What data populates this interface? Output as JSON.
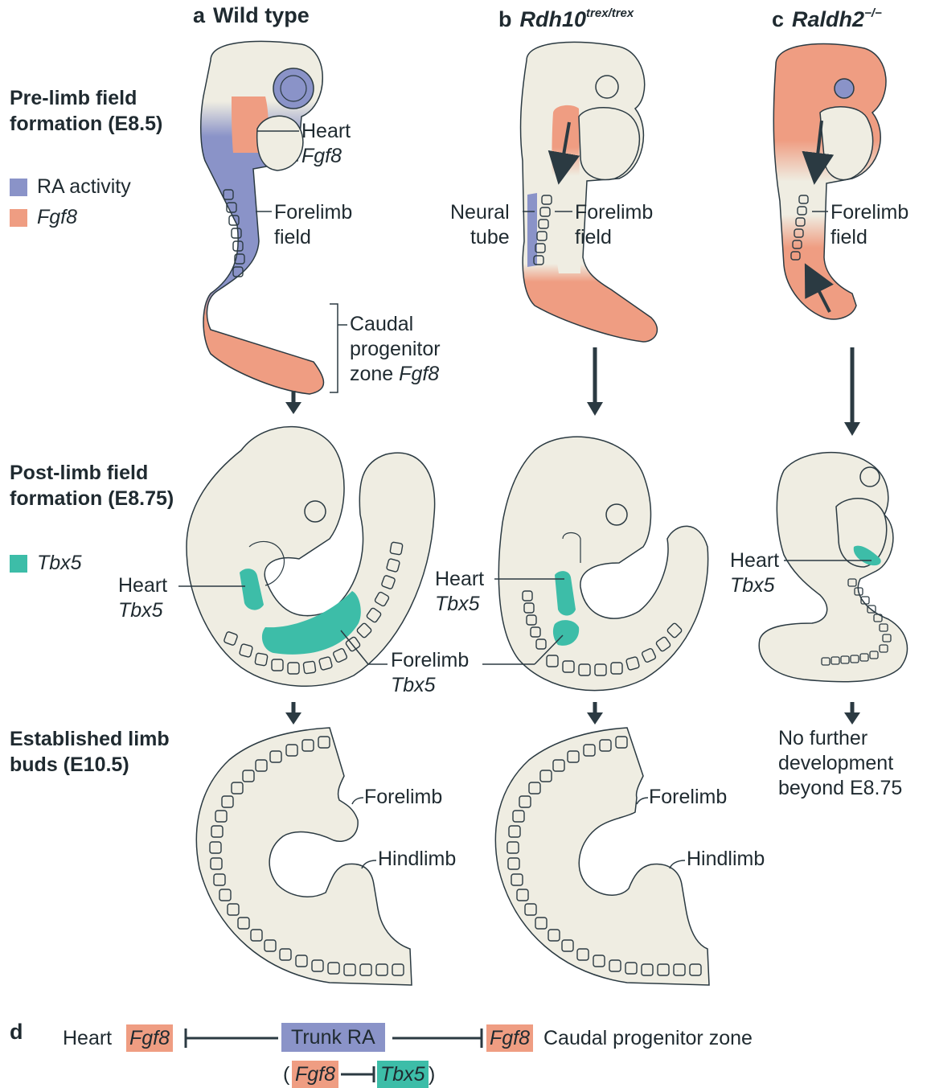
{
  "columns": [
    {
      "letter": "a",
      "title": "Wild type",
      "sup": ""
    },
    {
      "letter": "b",
      "title": "Rdh10",
      "sup": "trex/trex"
    },
    {
      "letter": "c",
      "title": "Raldh2",
      "sup": "−/−"
    }
  ],
  "rows": {
    "pre": "Pre-limb field formation (E8.5)",
    "post": "Post-limb field formation (E8.75)",
    "established": "Established limb buds (E10.5)"
  },
  "legend": {
    "ra": "RA activity",
    "fgf8": "Fgf8",
    "tbx5": "Tbx5"
  },
  "colors": {
    "ra": "#8a93c8",
    "fgf8": "#ef9d82",
    "tbx5": "#3dbda8",
    "embryo": "#efede2",
    "outline": "#2b3a42"
  },
  "labels": {
    "heart": "Heart",
    "fgf8": "Fgf8",
    "tbx5": "Tbx5",
    "forelimb": "Forelimb",
    "field": "field",
    "neural": "Neural",
    "tube": "tube",
    "caudal1": "Caudal",
    "caudal2": "progenitor",
    "caudal3": "zone",
    "hindlimb": "Hindlimb",
    "nofurther1": "No further",
    "nofurther2": "development",
    "nofurther3": "beyond E8.75"
  },
  "panel_d": {
    "letter": "d",
    "heart": "Heart",
    "fgf8": "Fgf8",
    "trunk_ra": "Trunk RA",
    "caudal": "Caudal progenitor zone",
    "tbx5": "Tbx5",
    "open_paren": "(",
    "close_paren": ")"
  }
}
